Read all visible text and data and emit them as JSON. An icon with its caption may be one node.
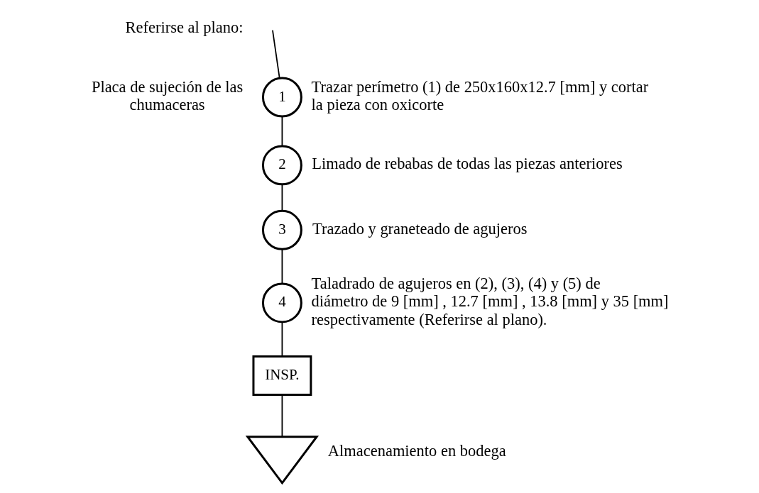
{
  "diagram": {
    "nodes": [
      {
        "text": [
          "1"
        ],
        "beside": [
          "Trazar perímetro (1) de 250x160x12.7 [mm] y cortar la pieza con oxicorte"
        ]
      },
      {
        "text": [
          "2"
        ],
        "beside": [
          "Limado de rebabas de todas las piezas anteriores"
        ]
      },
      {
        "text": [
          "3"
        ],
        "beside": [
          "Trazado y graneteado de agujeros"
        ]
      },
      {
        "text": [
          "4"
        ],
        "beside": [
          "Taladrado de agujeros en (2), (3), (4) y (5) de diámetro de 9 [mm] , 12.7 [mm] , 13.8 [mm] y 35 [mm] respectivamente (Referirse al plano)."
        ]
      },
      {
        "text": [
          "INSP."
        ]
      },
      {
        "text": [],
        "shape": "triangle",
        "beside": [
          "Almacenamiento en bodega"
        ]
      }
    ],
    "edges": [
      {
        "from": null,
        "to": 0,
        "arrow": "none"
      },
      {
        "from": 0,
        "to": 1,
        "arrow": "none"
      },
      {
        "from": 1,
        "to": 2,
        "arrow": "none"
      },
      {
        "from": 2,
        "to": 3,
        "arrow": "none"
      },
      {
        "from": 3,
        "to": 4,
        "arrow": "none"
      },
      {
        "from": 4,
        "to": 5,
        "arrow": "none"
      }
    ],
    "labels": [
      "Referirse al plano:",
      "Placa de sujeción de las chumaceras"
    ]
  }
}
